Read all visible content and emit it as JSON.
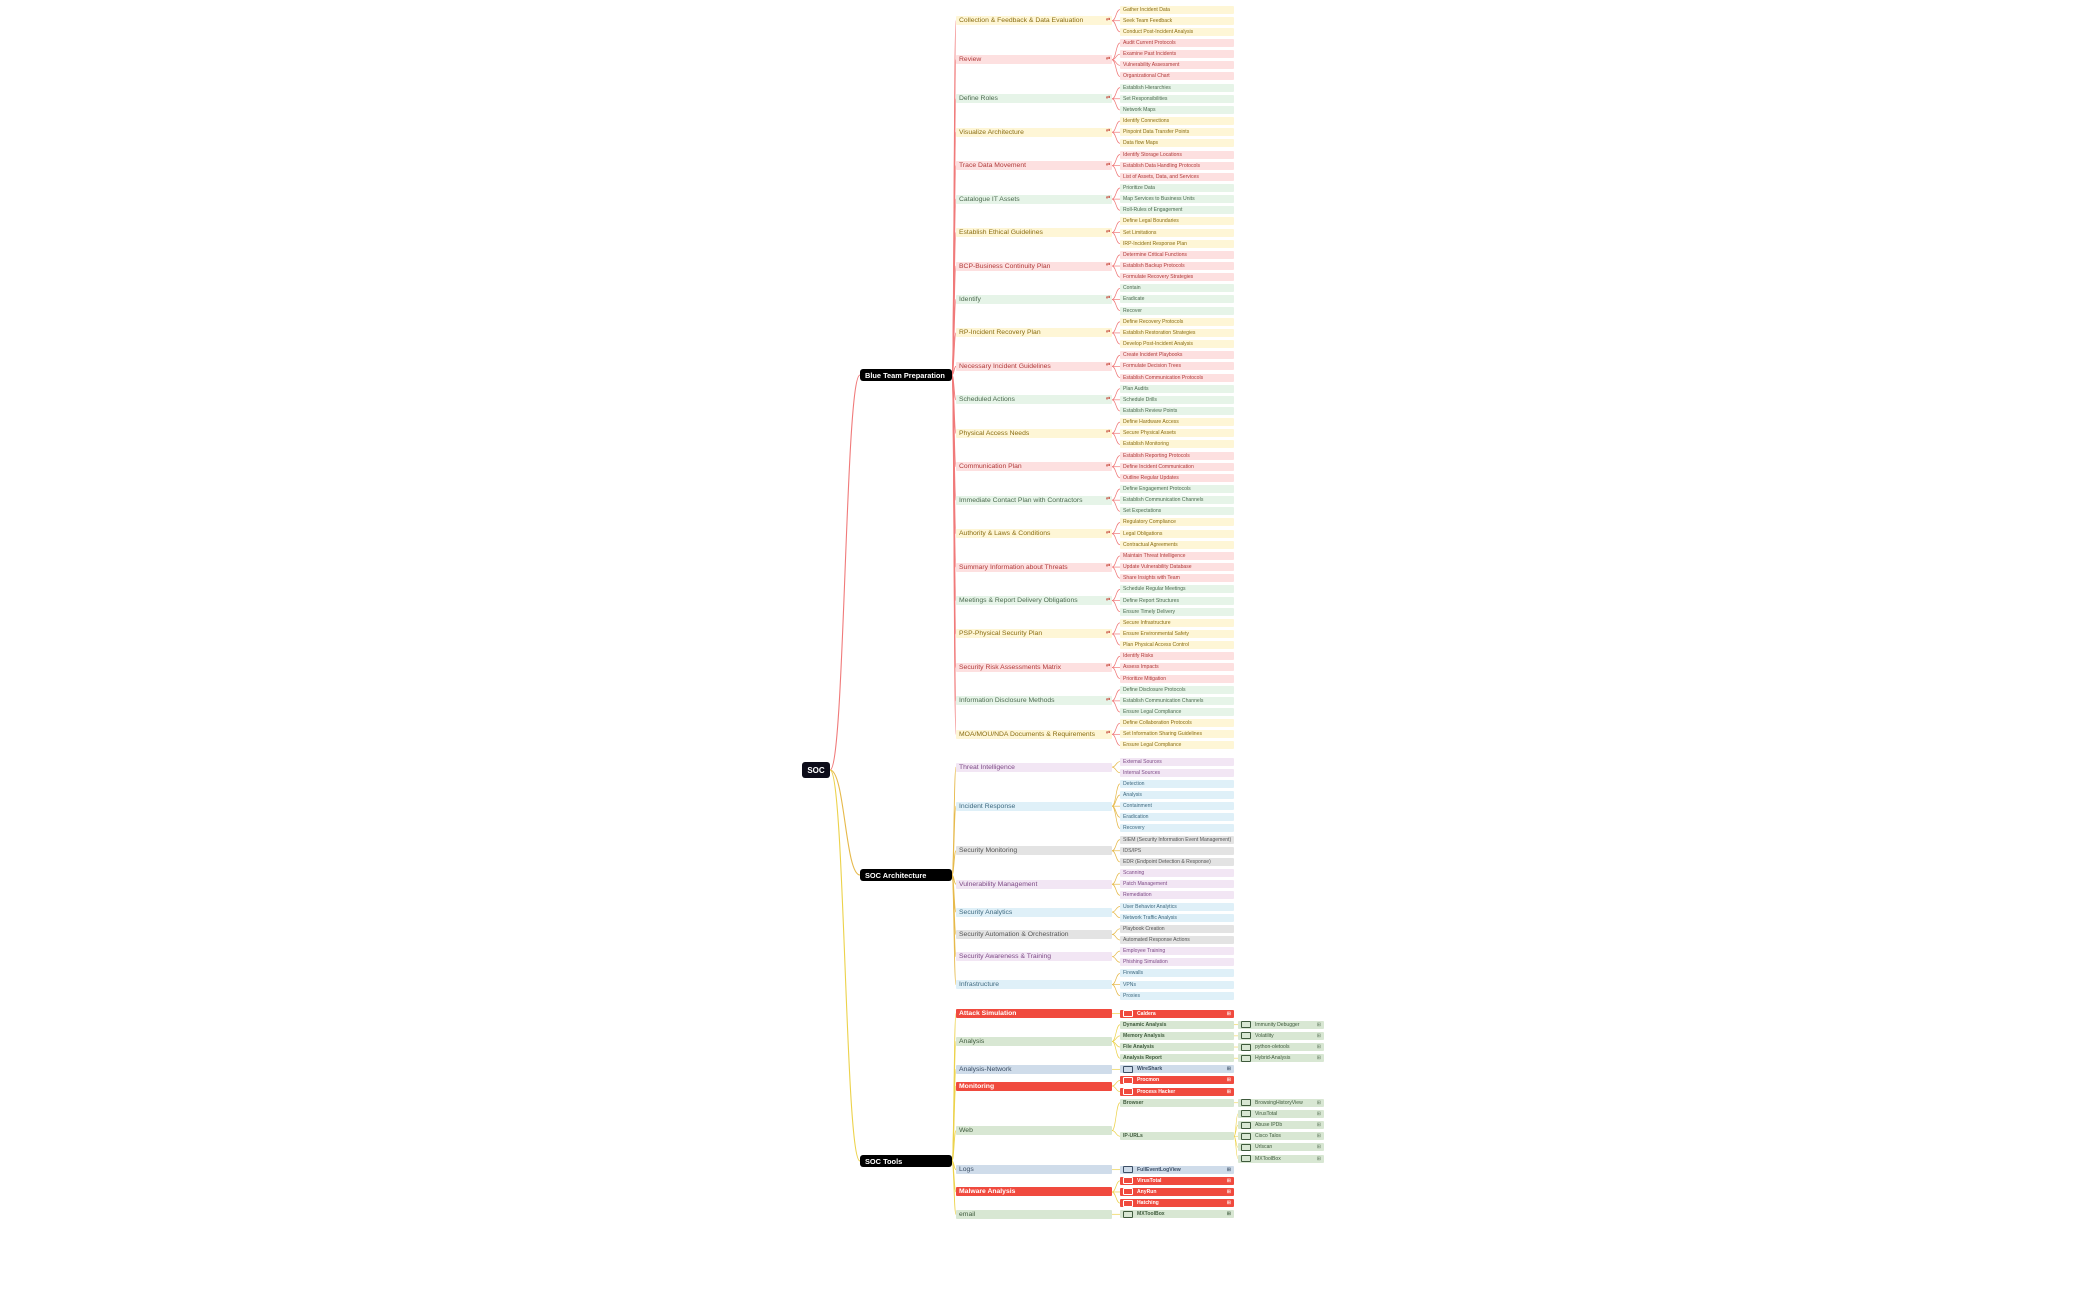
{
  "root": "SOC",
  "branches": [
    {
      "id": "blue",
      "label": "Blue Team Preparation",
      "color": "#f07a7a",
      "children": [
        {
          "label": "Collection & Feedback & Data Evaluation",
          "theme": "yellow",
          "children": [
            "Gather Incident Data",
            "Seek Team Feedback",
            "Conduct Post-Incident Analysis"
          ]
        },
        {
          "label": "Review",
          "theme": "red",
          "children": [
            "Audit Current Protocols",
            "Examine Past Incidents",
            "Vulnerability Assessment",
            "Organizational Chart"
          ]
        },
        {
          "label": "Define Roles",
          "theme": "green",
          "children": [
            "Establish Hierarchies",
            "Set Responsibilities",
            "Network Maps"
          ]
        },
        {
          "label": "Visualize Architecture",
          "theme": "yellow",
          "children": [
            "Identify Connections",
            "Pinpoint Data Transfer Points",
            "Data flow Maps"
          ]
        },
        {
          "label": "Trace Data Movement",
          "theme": "red",
          "children": [
            "Identify Storage Locations",
            "Establish Data Handling Protocols",
            "List of Assets, Data, and Services"
          ]
        },
        {
          "label": "Catalogue IT Assets",
          "theme": "green",
          "children": [
            "Prioritize Data",
            "Map Services to Business Units",
            "Roll-Rules of Engagement"
          ]
        },
        {
          "label": "Establish Ethical Guidelines",
          "theme": "yellow",
          "children": [
            "Define Legal Boundaries",
            "Set Limitations",
            "IRP-Incident Response Plan"
          ]
        },
        {
          "label": "BCP-Business Continuity Plan",
          "theme": "red",
          "children": [
            "Determine Critical Functions",
            "Establish Backup Protocols",
            "Formulate Recovery Strategies"
          ]
        },
        {
          "label": "Identify",
          "theme": "green",
          "children": [
            "Contain",
            "Eradicate",
            "Recover"
          ]
        },
        {
          "label": "RP-Incident Recovery Plan",
          "theme": "yellow",
          "children": [
            "Define Recovery Protocols",
            "Establish Restoration Strategies",
            "Develop Post-Incident Analysis"
          ]
        },
        {
          "label": "Necessary Incident Guidelines",
          "theme": "red",
          "children": [
            "Create Incident Playbooks",
            "Formulate Decision Trees",
            "Establish Communication Protocols"
          ]
        },
        {
          "label": "Scheduled Actions",
          "theme": "green",
          "children": [
            "Plan Audits",
            "Schedule Drills",
            "Establish Review Points"
          ]
        },
        {
          "label": "Physical Access Needs",
          "theme": "yellow",
          "children": [
            "Define Hardware Access",
            "Secure Physical Assets",
            "Establish Monitoring"
          ]
        },
        {
          "label": "Communication Plan",
          "theme": "red",
          "children": [
            "Establish Reporting Protocols",
            "Define Incident Communication",
            "Outline Regular Updates"
          ]
        },
        {
          "label": "Immediate Contact Plan with Contractors",
          "theme": "green",
          "children": [
            "Define Engagement Protocols",
            "Establish Communication Channels",
            "Set Expectations"
          ]
        },
        {
          "label": "Authority & Laws & Conditions",
          "theme": "yellow",
          "children": [
            "Regulatory Compliance",
            "Legal Obligations",
            "Contractual Agreements"
          ]
        },
        {
          "label": "Summary Information about Threats",
          "theme": "red",
          "children": [
            "Maintain Threat Intelligence",
            "Update Vulnerability Database",
            "Share Insights with Team"
          ]
        },
        {
          "label": "Meetings & Report Delivery Obligations",
          "theme": "green",
          "children": [
            "Schedule Regular Meetings",
            "Define Report Structures",
            "Ensure Timely Delivery"
          ]
        },
        {
          "label": "PSP-Physical Security Plan",
          "theme": "yellow",
          "children": [
            "Secure Infrastructure",
            "Ensure Environmental Safety",
            "Plan Physical Access Control"
          ]
        },
        {
          "label": "Security Risk Assessments Matrix",
          "theme": "red",
          "children": [
            "Identify Risks",
            "Assess Impacts",
            "Prioritize Mitigation"
          ]
        },
        {
          "label": "Information Disclosure Methods",
          "theme": "green",
          "children": [
            "Define Disclosure Protocols",
            "Establish Communication Channels",
            "Ensure Legal Compliance"
          ]
        },
        {
          "label": "MOA/MOU/NDA Documents & Requirements",
          "theme": "yellow",
          "children": [
            "Define Collaboration Protocols",
            "Set Information Sharing Guidelines",
            "Ensure Legal Compliance"
          ]
        }
      ]
    },
    {
      "id": "arch",
      "label": "SOC Architecture",
      "color": "#e6b94a",
      "children": [
        {
          "label": "Threat Intelligence",
          "theme": "purple",
          "children": [
            "External Sources",
            "Internal Sources"
          ]
        },
        {
          "label": "Incident Response",
          "theme": "blue",
          "children": [
            "Detection",
            "Analysis",
            "Containment",
            "Eradication",
            "Recovery"
          ]
        },
        {
          "label": "Security Monitoring",
          "theme": "gray",
          "children": [
            "SIEM (Security Information Event Management)",
            "IDS/IPS",
            "EDR (Endpoint Detection & Response)"
          ]
        },
        {
          "label": "Vulnerability Management",
          "theme": "purple",
          "children": [
            "Scanning",
            "Patch Management",
            "Remediation"
          ]
        },
        {
          "label": "Security Analytics",
          "theme": "blue",
          "children": [
            "User Behavior Analytics",
            "Network Traffic Analysis"
          ]
        },
        {
          "label": "Security Automation & Orchestration",
          "theme": "gray",
          "children": [
            "Playbook Creation",
            "Automated Response Actions"
          ]
        },
        {
          "label": "Security Awareness & Training",
          "theme": "purple",
          "children": [
            "Employee Training",
            "Phishing Simulation"
          ]
        },
        {
          "label": "Infrastructure",
          "theme": "blue",
          "children": [
            "Firewalls",
            "VPNs",
            "Proxies"
          ]
        }
      ]
    },
    {
      "id": "tools",
      "label": "SOC Tools",
      "color": "#ecd24a",
      "children": [
        {
          "label": "Attack Simulation",
          "theme": "hot",
          "children": [
            {
              "label": "Caldera",
              "tool": true,
              "theme": "hot"
            }
          ]
        },
        {
          "label": "Analysis",
          "theme": "sage",
          "children": [
            {
              "label": "Dynamic Analysis",
              "theme": "sage",
              "children": [
                "Immunity Debugger"
              ]
            },
            {
              "label": "Memory Analysis",
              "theme": "sage",
              "children": [
                "Volatility"
              ]
            },
            {
              "label": "File Analysis",
              "theme": "sage",
              "children": [
                "python-oletools"
              ]
            },
            {
              "label": "Analysis Report",
              "theme": "sage",
              "children": [
                "Hybrid-Analysis"
              ]
            }
          ]
        },
        {
          "label": "Analysis-Network",
          "theme": "steel",
          "children": [
            {
              "label": "WireShark",
              "tool": true,
              "theme": "steel"
            }
          ]
        },
        {
          "label": "Monitoring",
          "theme": "hot",
          "children": [
            {
              "label": "Procmon",
              "tool": true,
              "theme": "hot"
            },
            {
              "label": "Process Hacker",
              "tool": true,
              "theme": "hot"
            }
          ]
        },
        {
          "label": "Web",
          "theme": "sage",
          "children": [
            {
              "label": "Browser",
              "theme": "sage",
              "children": [
                "BrowsingHistoryView"
              ]
            },
            {
              "label": "IP-URLs",
              "theme": "sage",
              "children": [
                "VirusTotal",
                "Abuse IPDb",
                "Cisco Talos",
                "Urlscan",
                "MXToolBox"
              ]
            }
          ]
        },
        {
          "label": "Logs",
          "theme": "steel",
          "children": [
            {
              "label": "FullEventLogView",
              "tool": true,
              "theme": "steel"
            }
          ]
        },
        {
          "label": "Malware Analysis",
          "theme": "hot",
          "children": [
            {
              "label": "VirusTotal",
              "tool": true,
              "theme": "hot"
            },
            {
              "label": "AnyRun",
              "tool": true,
              "theme": "hot"
            },
            {
              "label": "Hatching",
              "tool": true,
              "theme": "hot"
            }
          ]
        },
        {
          "label": "email",
          "theme": "sage",
          "children": [
            {
              "label": "MXToolBox",
              "tool": true,
              "theme": "sage"
            }
          ]
        }
      ]
    }
  ],
  "themes": {
    "yellow": {
      "bg": "#fef6d6",
      "fg": "#8a6d12",
      "bgStrong": "#fef0c2"
    },
    "red": {
      "bg": "#fde0e0",
      "fg": "#b03a3a",
      "bgStrong": "#fbd3d3"
    },
    "green": {
      "bg": "#e6f4e8",
      "fg": "#4d6b50",
      "bgStrong": "#dcefe0"
    },
    "purple": {
      "bg": "#f2e6f4",
      "fg": "#7d4a86",
      "bgStrong": "#ead8ee"
    },
    "blue": {
      "bg": "#dff0f8",
      "fg": "#3f6a80",
      "bgStrong": "#d2e9f4"
    },
    "gray": {
      "bg": "#e3e3e3",
      "fg": "#555555",
      "bgStrong": "#d8d8d8"
    },
    "sage": {
      "bg": "#d8e7d3",
      "fg": "#3e5a3c",
      "bgStrong": "#cfe0c8"
    },
    "steel": {
      "bg": "#cfdcea",
      "fg": "#3c4f66",
      "bgStrong": "#c5d4e4"
    },
    "hot": {
      "bg": "#f04a3e",
      "fg": "#ffffff",
      "bgStrong": "#f04a3e"
    }
  }
}
